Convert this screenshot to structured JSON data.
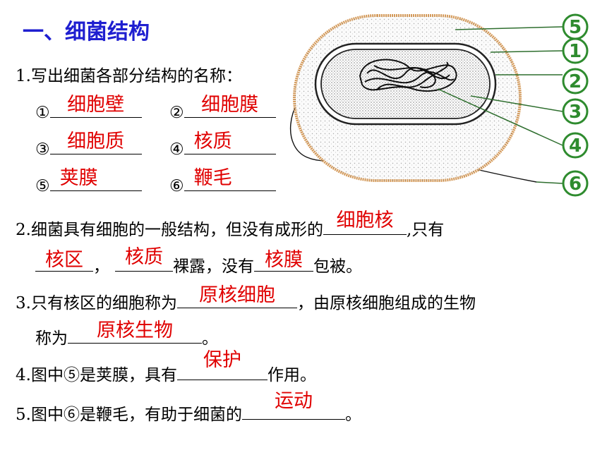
{
  "title": "一、细菌结构",
  "q1": {
    "prompt": "1.写出细菌各部分结构的名称：",
    "items": [
      {
        "marker": "①",
        "answer": "细胞壁"
      },
      {
        "marker": "②",
        "answer": "细胞膜"
      },
      {
        "marker": "③",
        "answer": "细胞质"
      },
      {
        "marker": "④",
        "answer": "核质"
      },
      {
        "marker": "⑤",
        "answer": "荚膜"
      },
      {
        "marker": "⑥",
        "answer": "鞭毛"
      }
    ]
  },
  "q2": {
    "text_a": "2.细菌具有细胞的一般结构，但没有成形的",
    "ans_a": "细胞核",
    "text_b": ",只有",
    "ans_b": "核区",
    "text_c": "，",
    "ans_c": "核质",
    "text_d": "裸露，没有",
    "ans_d": "核膜",
    "text_e": "包被。"
  },
  "q3": {
    "text_a": "3.只有核区的细胞称为",
    "ans_a": "原核细胞",
    "text_b": "，由原核细胞组成的生物",
    "text_c": "称为",
    "ans_b": "原核生物",
    "text_d": "。"
  },
  "q4": {
    "text_a": "4.图中⑤是荚膜，具有",
    "ans": "保护",
    "text_b": "作用。"
  },
  "q5": {
    "text_a": "5.图中⑥是鞭毛，有助于细菌的",
    "ans": "运动",
    "text_b": "。"
  },
  "diagram_labels": [
    "5",
    "1",
    "2",
    "3",
    "4",
    "6"
  ],
  "colors": {
    "title": "#1f1fd0",
    "answer": "#e00000",
    "label_fill": "#2e8b2e",
    "capsule_edge": "#d49a5a"
  }
}
